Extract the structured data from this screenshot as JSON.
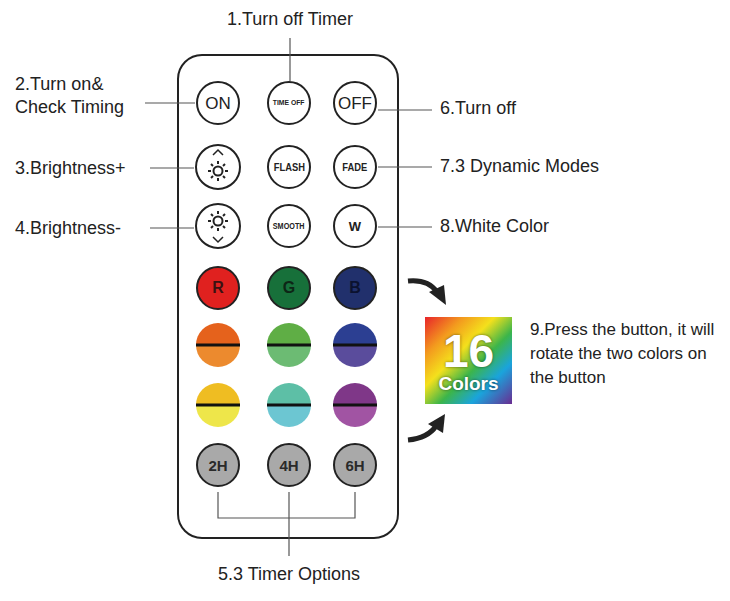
{
  "diagram": {
    "nodes": [
      {
        "text": [
          "ON"
        ]
      },
      {
        "text": [
          "TIME OFF"
        ]
      },
      {
        "text": [
          "OFF"
        ]
      },
      {
        "text": [
          "FLASH"
        ]
      },
      {
        "text": [
          "FADE"
        ]
      },
      {
        "text": [
          "SMOOTH"
        ]
      },
      {
        "text": [
          "W"
        ]
      },
      {
        "text": [
          "R"
        ]
      },
      {
        "text": [
          "G"
        ]
      },
      {
        "text": [
          "B"
        ]
      },
      {
        "text": [
          "2H"
        ]
      },
      {
        "text": [
          "4H"
        ]
      },
      {
        "text": [
          "6H"
        ]
      },
      {
        "text": [
          "16",
          "Colors"
        ]
      }
    ],
    "labels": [
      "1.Turn off Timer",
      "2.Turn on& Check Timing",
      "3.Brightness+",
      "4.Brightness-",
      "5.3 Timer Options",
      "6.Turn off",
      "7.3 Dynamic Modes",
      "8.White Color",
      "9.Press the button, it will rotate the two colors on the button"
    ]
  }
}
